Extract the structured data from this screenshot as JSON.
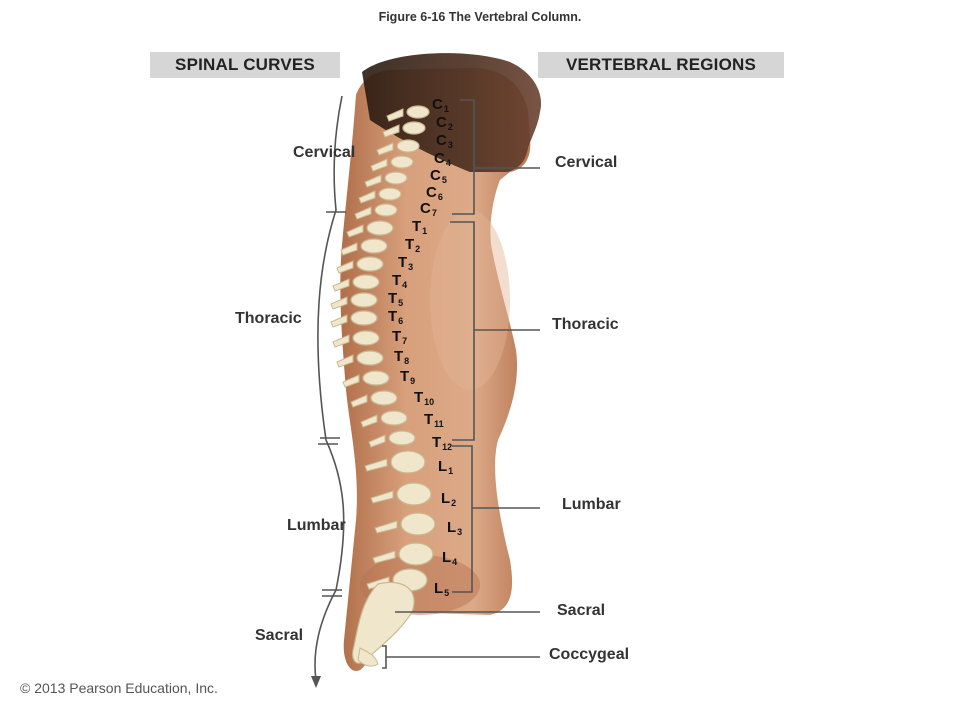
{
  "figure_title": "Figure 6-16 The Vertebral Column.",
  "headers": {
    "spinal_curves": "SPINAL CURVES",
    "vertebral_regions": "VERTEBRAL REGIONS"
  },
  "curves": {
    "cervical": "Cervical",
    "thoracic": "Thoracic",
    "lumbar": "Lumbar",
    "sacral": "Sacral"
  },
  "regions": {
    "cervical": "Cervical",
    "thoracic": "Thoracic",
    "lumbar": "Lumbar",
    "sacral": "Sacral",
    "coccygeal": "Coccygeal"
  },
  "vertebrae": {
    "cervical": [
      {
        "letter": "C",
        "num": "1"
      },
      {
        "letter": "C",
        "num": "2"
      },
      {
        "letter": "C",
        "num": "3"
      },
      {
        "letter": "C",
        "num": "4"
      },
      {
        "letter": "C",
        "num": "5"
      },
      {
        "letter": "C",
        "num": "6"
      },
      {
        "letter": "C",
        "num": "7"
      }
    ],
    "thoracic": [
      {
        "letter": "T",
        "num": "1"
      },
      {
        "letter": "T",
        "num": "2"
      },
      {
        "letter": "T",
        "num": "3"
      },
      {
        "letter": "T",
        "num": "4"
      },
      {
        "letter": "T",
        "num": "5"
      },
      {
        "letter": "T",
        "num": "6"
      },
      {
        "letter": "T",
        "num": "7"
      },
      {
        "letter": "T",
        "num": "8"
      },
      {
        "letter": "T",
        "num": "9"
      },
      {
        "letter": "T",
        "num": "10"
      },
      {
        "letter": "T",
        "num": "11"
      },
      {
        "letter": "T",
        "num": "12"
      }
    ],
    "lumbar": [
      {
        "letter": "L",
        "num": "1"
      },
      {
        "letter": "L",
        "num": "2"
      },
      {
        "letter": "L",
        "num": "3"
      },
      {
        "letter": "L",
        "num": "4"
      },
      {
        "letter": "L",
        "num": "5"
      }
    ]
  },
  "copyright": "© 2013 Pearson Education, Inc.",
  "colors": {
    "skin_light": "#d9a07c",
    "skin_mid": "#c4825c",
    "skin_dark": "#8a5234",
    "bone": "#efe6cc",
    "bone_shadow": "#c8b991",
    "band": "#d6d6d6",
    "line": "#555555"
  }
}
